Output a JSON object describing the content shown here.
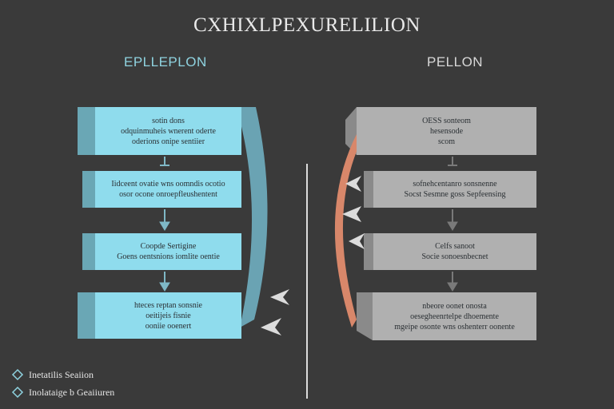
{
  "title": "CXHIXLPEXURELILION",
  "left_column": {
    "heading": "EPLLEPLON",
    "boxes": [
      {
        "lines": [
          "sotin dons",
          "odquinmuheis wnerent oderte",
          "oderions onipe sentiier"
        ]
      },
      {
        "lines": [
          "Iidceent ovatie wns oomndis ocotio",
          "osor ocone onroepfleushentent"
        ]
      },
      {
        "lines": [
          "Coopde Sertigine",
          "Goens oentsnions iomlite oentie"
        ]
      },
      {
        "lines": [
          "hteces reptan sonsnie",
          "oeitijeis fisnie",
          "ooniie ooenert"
        ]
      }
    ]
  },
  "right_column": {
    "heading": "PELLON",
    "boxes": [
      {
        "lines": [
          "OESS sonteom",
          "hesensode",
          "scom"
        ]
      },
      {
        "lines": [
          "sofnehcentanro sonsnenne",
          "Socst Sesmne goss Sepfeensing"
        ]
      },
      {
        "lines": [
          "Celfs sanoot",
          "Socie sonoesnbecnet"
        ]
      },
      {
        "lines": [
          "nbeore oonet onosta",
          "oesegheenrtelpe dhoemente",
          "mgeipe osonte wns oshenterr oonente"
        ]
      }
    ]
  },
  "legend": [
    {
      "label": "Inetatilis Seaiion",
      "icon": "diamond-outline-icon"
    },
    {
      "label": "Inolataige b Geaiiuren",
      "icon": "diamond-outline-icon"
    }
  ],
  "colors": {
    "background": "#3a3a3a",
    "left_box": "#8fdced",
    "left_tab": "#6aa7b5",
    "left_curve": "#6aa3b3",
    "right_box": "#b0b0b0",
    "right_tab": "#8a8a8a",
    "right_curve": "#d8876a",
    "arrow": "#dcdcdc"
  }
}
